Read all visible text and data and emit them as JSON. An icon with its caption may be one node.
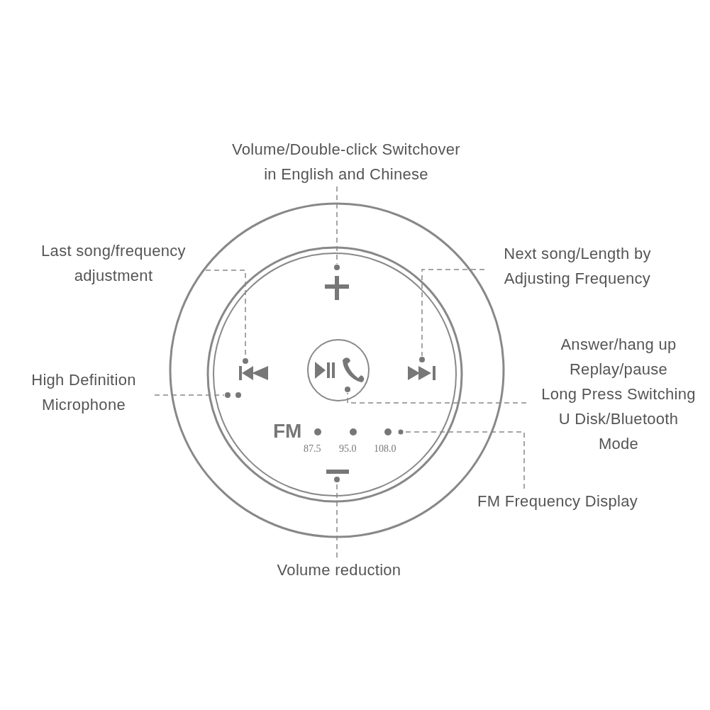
{
  "diagram": {
    "nodes": [
      {
        "text": [
          "Volume/Double-click Switchover in English and Chinese"
        ]
      },
      {
        "text": [
          "Last song/frequency adjustment"
        ]
      },
      {
        "text": [
          "Next song/Length by Adjusting Frequency"
        ]
      },
      {
        "text": [
          "High Definition Microphone"
        ]
      },
      {
        "text": [
          "Answer/hang up",
          "Replay/pause",
          "Long Press Switching U Disk/Bluetooth Mode"
        ]
      },
      {
        "text": [
          "FM Frequency Display"
        ]
      },
      {
        "text": [
          "Volume reduction"
        ]
      },
      {
        "text": [],
        "shape": "circle"
      },
      {
        "text": [],
        "shape": "circle"
      },
      {
        "text": [],
        "shape": "circle"
      },
      {
        "text": [],
        "shape": "circle"
      },
      {
        "text": [],
        "shape": "circle"
      },
      {
        "text": [],
        "shape": "circle"
      },
      {
        "text": [],
        "shape": "circle"
      }
    ],
    "edges": [
      {
        "from": 0,
        "to": 7,
        "arrow": "none",
        "style": "dashed"
      },
      {
        "from": 1,
        "to": 8,
        "arrow": "none",
        "style": "dashed"
      },
      {
        "from": 2,
        "to": 9,
        "arrow": "none",
        "style": "dashed"
      },
      {
        "from": 3,
        "to": 10,
        "arrow": "none",
        "style": "dashed"
      },
      {
        "from": 4,
        "to": 11,
        "arrow": "none",
        "style": "dashed"
      },
      {
        "from": 5,
        "to": 12,
        "arrow": "none",
        "style": "dashed"
      },
      {
        "from": 6,
        "to": 13,
        "arrow": "none",
        "style": "dashed"
      }
    ],
    "labels": [
      "FM",
      "87.5",
      "95.0",
      "108.0"
    ]
  }
}
